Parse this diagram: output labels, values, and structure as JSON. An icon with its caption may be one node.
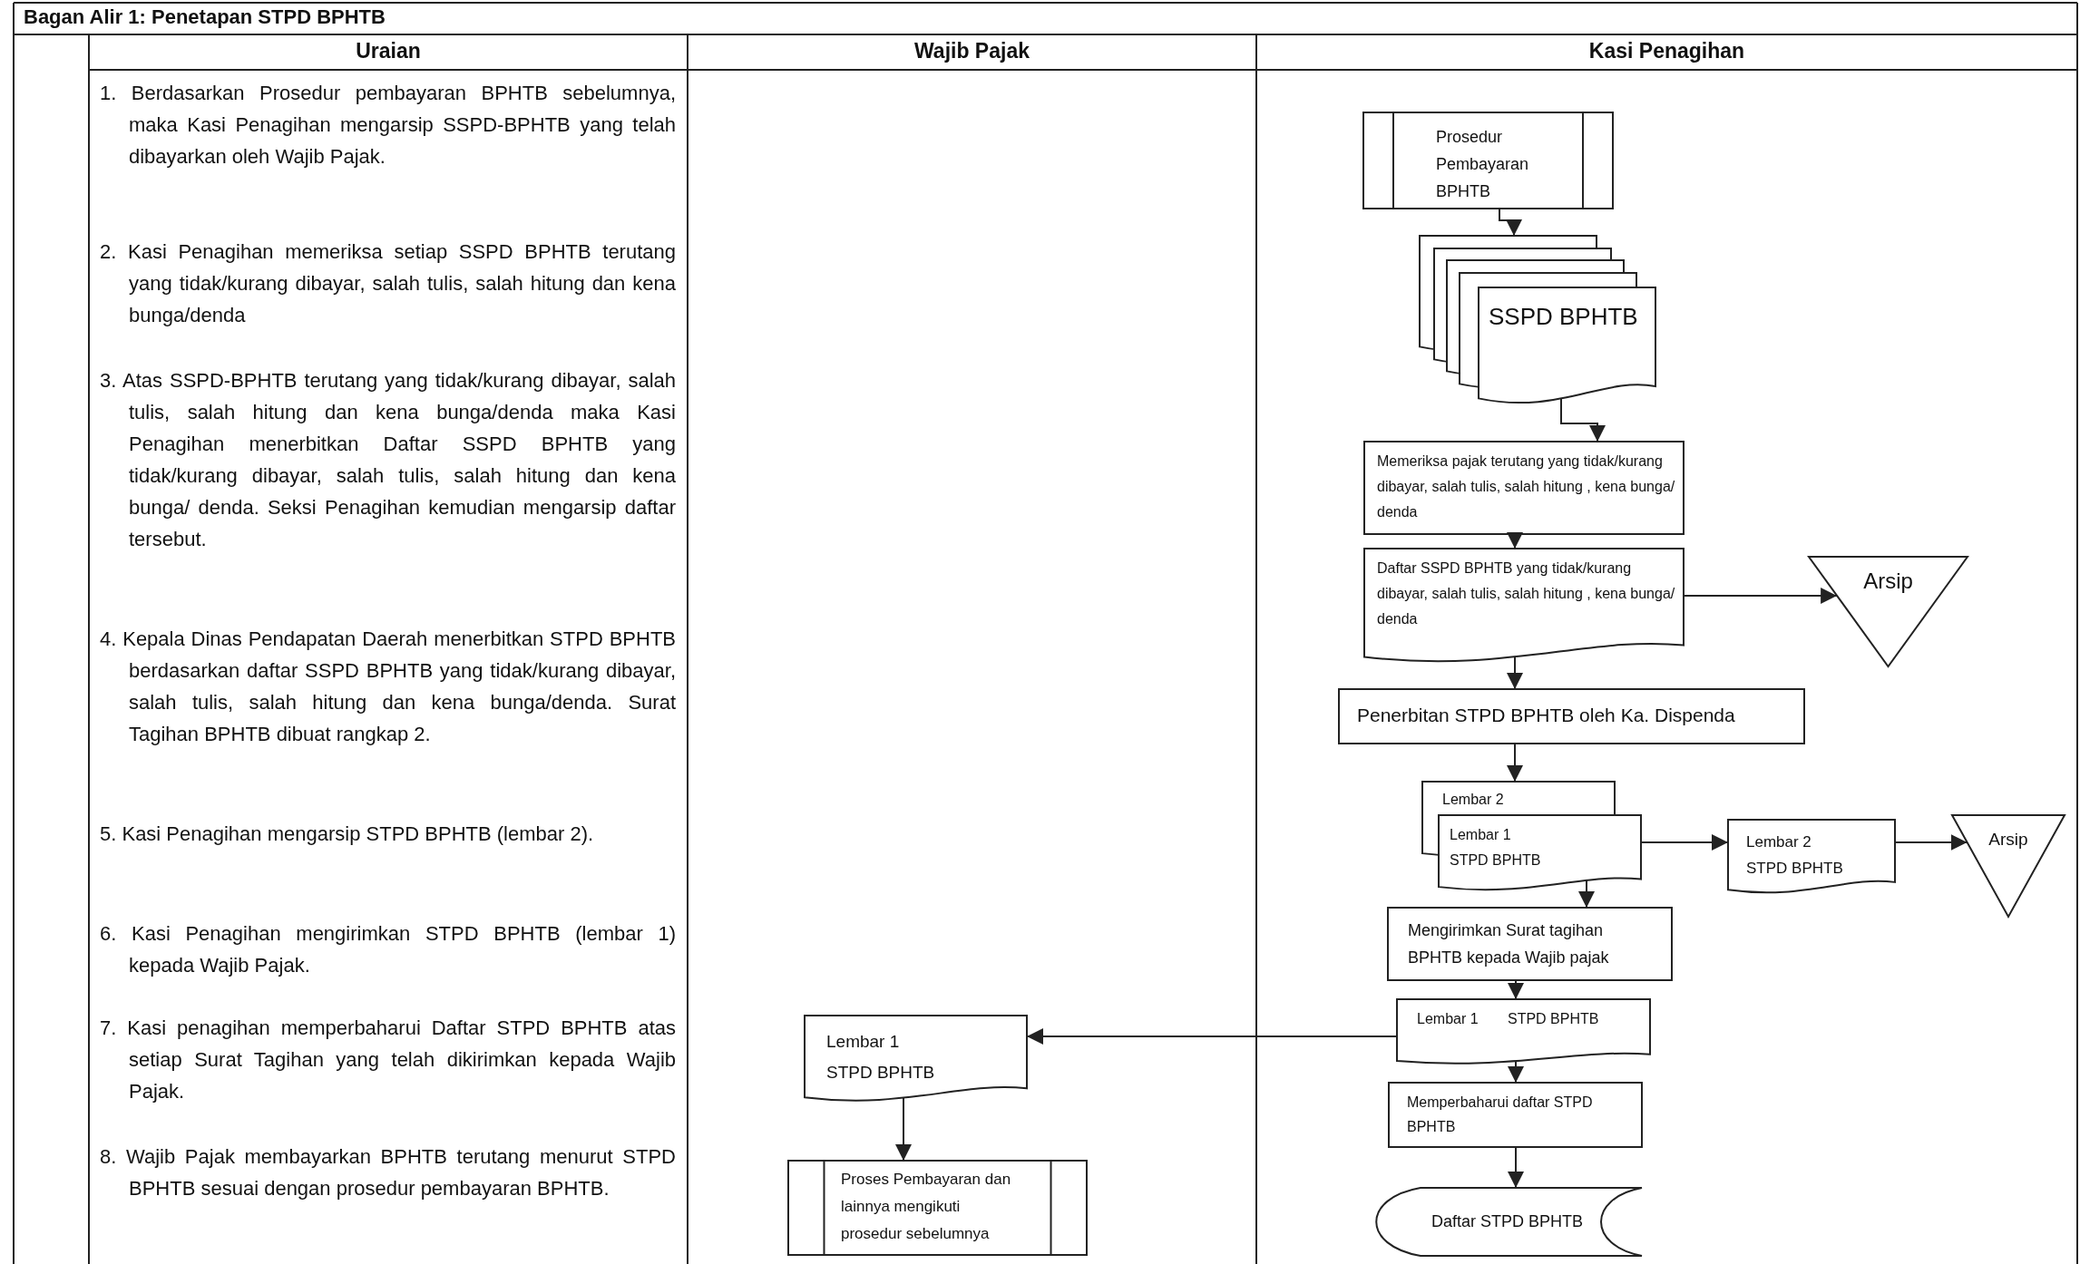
{
  "diagram": {
    "title": "Bagan Alir 1: Penetapan STPD BPHTB",
    "nodes": [
      {
        "text": [
          "Prosedur Pembayaran BPHTB"
        ]
      },
      {
        "text": [
          "SSPD BPHTB"
        ]
      },
      {
        "text": [
          "Memeriksa pajak terutang yang tidak/kurang dibayar, salah tulis, salah hitung , kena bunga/ denda"
        ]
      },
      {
        "text": [
          "Daftar SSPD BPHTB yang tidak/kurang dibayar, salah tulis, salah hitung , kena bunga/ denda"
        ]
      },
      {
        "text": [
          "Arsip"
        ]
      },
      {
        "text": [
          "Penerbitan STPD BPHTB oleh Ka. Dispenda"
        ]
      },
      {
        "text": [
          "Lembar 2",
          "Lembar 1 STPD BPHTB"
        ]
      },
      {
        "text": [
          "Lembar 2 STPD BPHTB"
        ]
      },
      {
        "text": [
          "Arsip"
        ]
      },
      {
        "text": [
          "Mengirimkan Surat tagihan BPHTB kepada Wajib pajak"
        ]
      },
      {
        "text": [
          "Lembar 1",
          "STPD BPHTB"
        ]
      },
      {
        "text": [
          "Memperbaharui daftar STPD BPHTB"
        ]
      },
      {
        "text": [
          "Daftar STPD BPHTB"
        ]
      },
      {
        "text": [
          "Lembar 1 STPD BPHTB"
        ]
      },
      {
        "text": [
          "Proses Pembayaran dan lainnya mengikuti prosedur sebelumnya"
        ]
      }
    ],
    "edges": [
      {
        "from": 0,
        "to": 1,
        "arrow": "to"
      },
      {
        "from": 1,
        "to": 2,
        "arrow": "to"
      },
      {
        "from": 2,
        "to": 3,
        "arrow": "to"
      },
      {
        "from": 3,
        "to": 4,
        "arrow": "to"
      },
      {
        "from": 3,
        "to": 5,
        "arrow": "to"
      },
      {
        "from": 5,
        "to": 6,
        "arrow": "to"
      },
      {
        "from": 6,
        "to": 7,
        "arrow": "to"
      },
      {
        "from": 7,
        "to": 8,
        "arrow": "to"
      },
      {
        "from": 6,
        "to": 9,
        "arrow": "to"
      },
      {
        "from": 9,
        "to": 10,
        "arrow": "to"
      },
      {
        "from": 10,
        "to": 13,
        "arrow": "to"
      },
      {
        "from": 10,
        "to": 11,
        "arrow": "to"
      },
      {
        "from": 11,
        "to": 12,
        "arrow": "to"
      },
      {
        "from": 13,
        "to": 14,
        "arrow": "to"
      }
    ],
    "labels": [
      "Uraian",
      "Wajib Pajak",
      "Kasi Penagihan",
      "1. Berdasarkan Prosedur pembayaran BPHTB sebelumnya, maka Kasi Penagihan mengarsip SSPD-BPHTB yang telah dibayarkan oleh Wajib Pajak.",
      "2. Kasi Penagihan memeriksa setiap SSPD BPHTB terutang yang tidak/kurang dibayar, salah tulis, salah hitung dan kena bunga/denda",
      "3. Atas SSPD-BPHTB terutang yang tidak/kurang dibayar, salah tulis, salah hitung dan kena bunga/denda maka Kasi Penagihan menerbitkan Daftar SSPD BPHTB yang tidak/kurang dibayar, salah tulis, salah hitung dan kena bunga/ denda. Seksi Penagihan kemudian mengarsip daftar tersebut.",
      "4. Kepala Dinas Pendapatan Daerah menerbitkan STPD BPHTB berdasarkan daftar SSPD BPHTB yang tidak/kurang dibayar, salah tulis, salah hitung dan kena bunga/denda. Surat Tagihan BPHTB dibuat rangkap 2.",
      "5. Kasi Penagihan mengarsip STPD BPHTB (lembar 2).",
      "6. Kasi Penagihan mengirimkan STPD BPHTB (lembar 1) kepada Wajib Pajak.",
      "7. Kasi penagihan memperbaharui Daftar STPD BPHTB atas setiap Surat Tagihan yang telah dikirimkan kepada Wajib Pajak.",
      "8. Wajib Pajak membayarkan BPHTB terutang menurut STPD BPHTB sesuai dengan prosedur pembayaran BPHTB."
    ]
  }
}
